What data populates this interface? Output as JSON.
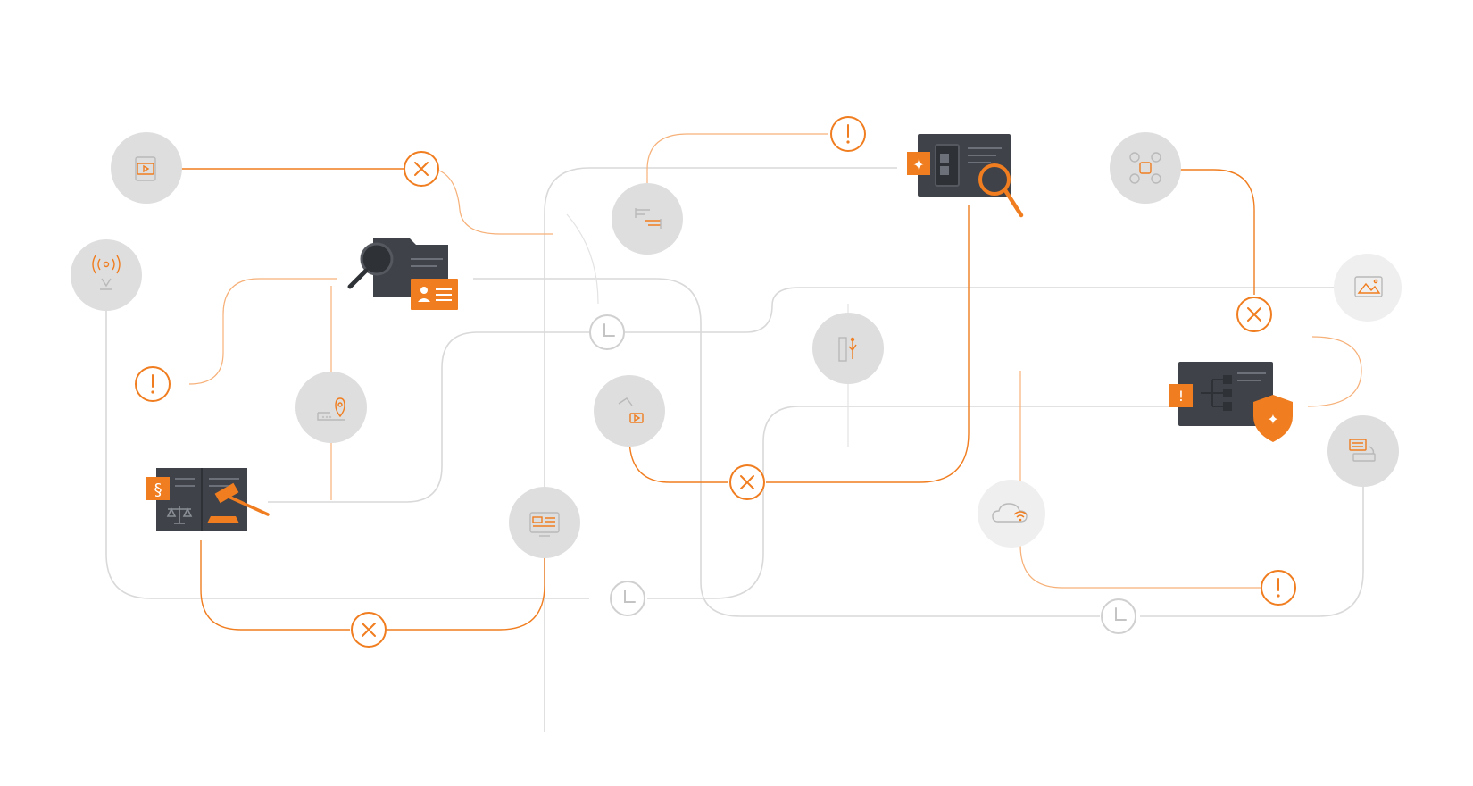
{
  "theme": {
    "accent": "#f07d1f",
    "line_grey": "#d9d9d9",
    "panel": "#3f4248",
    "blob": "#dedede"
  },
  "cards": [
    {
      "id": "folder-search-card",
      "icons": [
        "magnifier-icon",
        "folder-icon",
        "id-card-icon"
      ]
    },
    {
      "id": "law-book-card",
      "badge_symbol": "§",
      "icons": [
        "section-sign-icon",
        "scales-icon",
        "gavel-icon"
      ]
    },
    {
      "id": "document-search-card",
      "badge_symbol": "✦",
      "icons": [
        "sparkle-icon",
        "document-icon",
        "magnifier-icon"
      ]
    },
    {
      "id": "network-shield-card",
      "badge_symbol": "!",
      "shield_symbol": "✦",
      "icons": [
        "alert-icon",
        "network-tree-icon",
        "shield-icon"
      ]
    }
  ],
  "node_icons": [
    "video-file-icon",
    "radio-signal-icon",
    "location-pin-icon",
    "chat-bubbles-icon",
    "video-hand-icon",
    "web-page-icon",
    "usb-icon",
    "drone-icon",
    "image-file-icon",
    "cloud-wifi-icon",
    "keyboard-input-icon"
  ],
  "markers": {
    "alert_symbol": "!",
    "error_symbol": "✕",
    "pending_symbol": "clock"
  }
}
